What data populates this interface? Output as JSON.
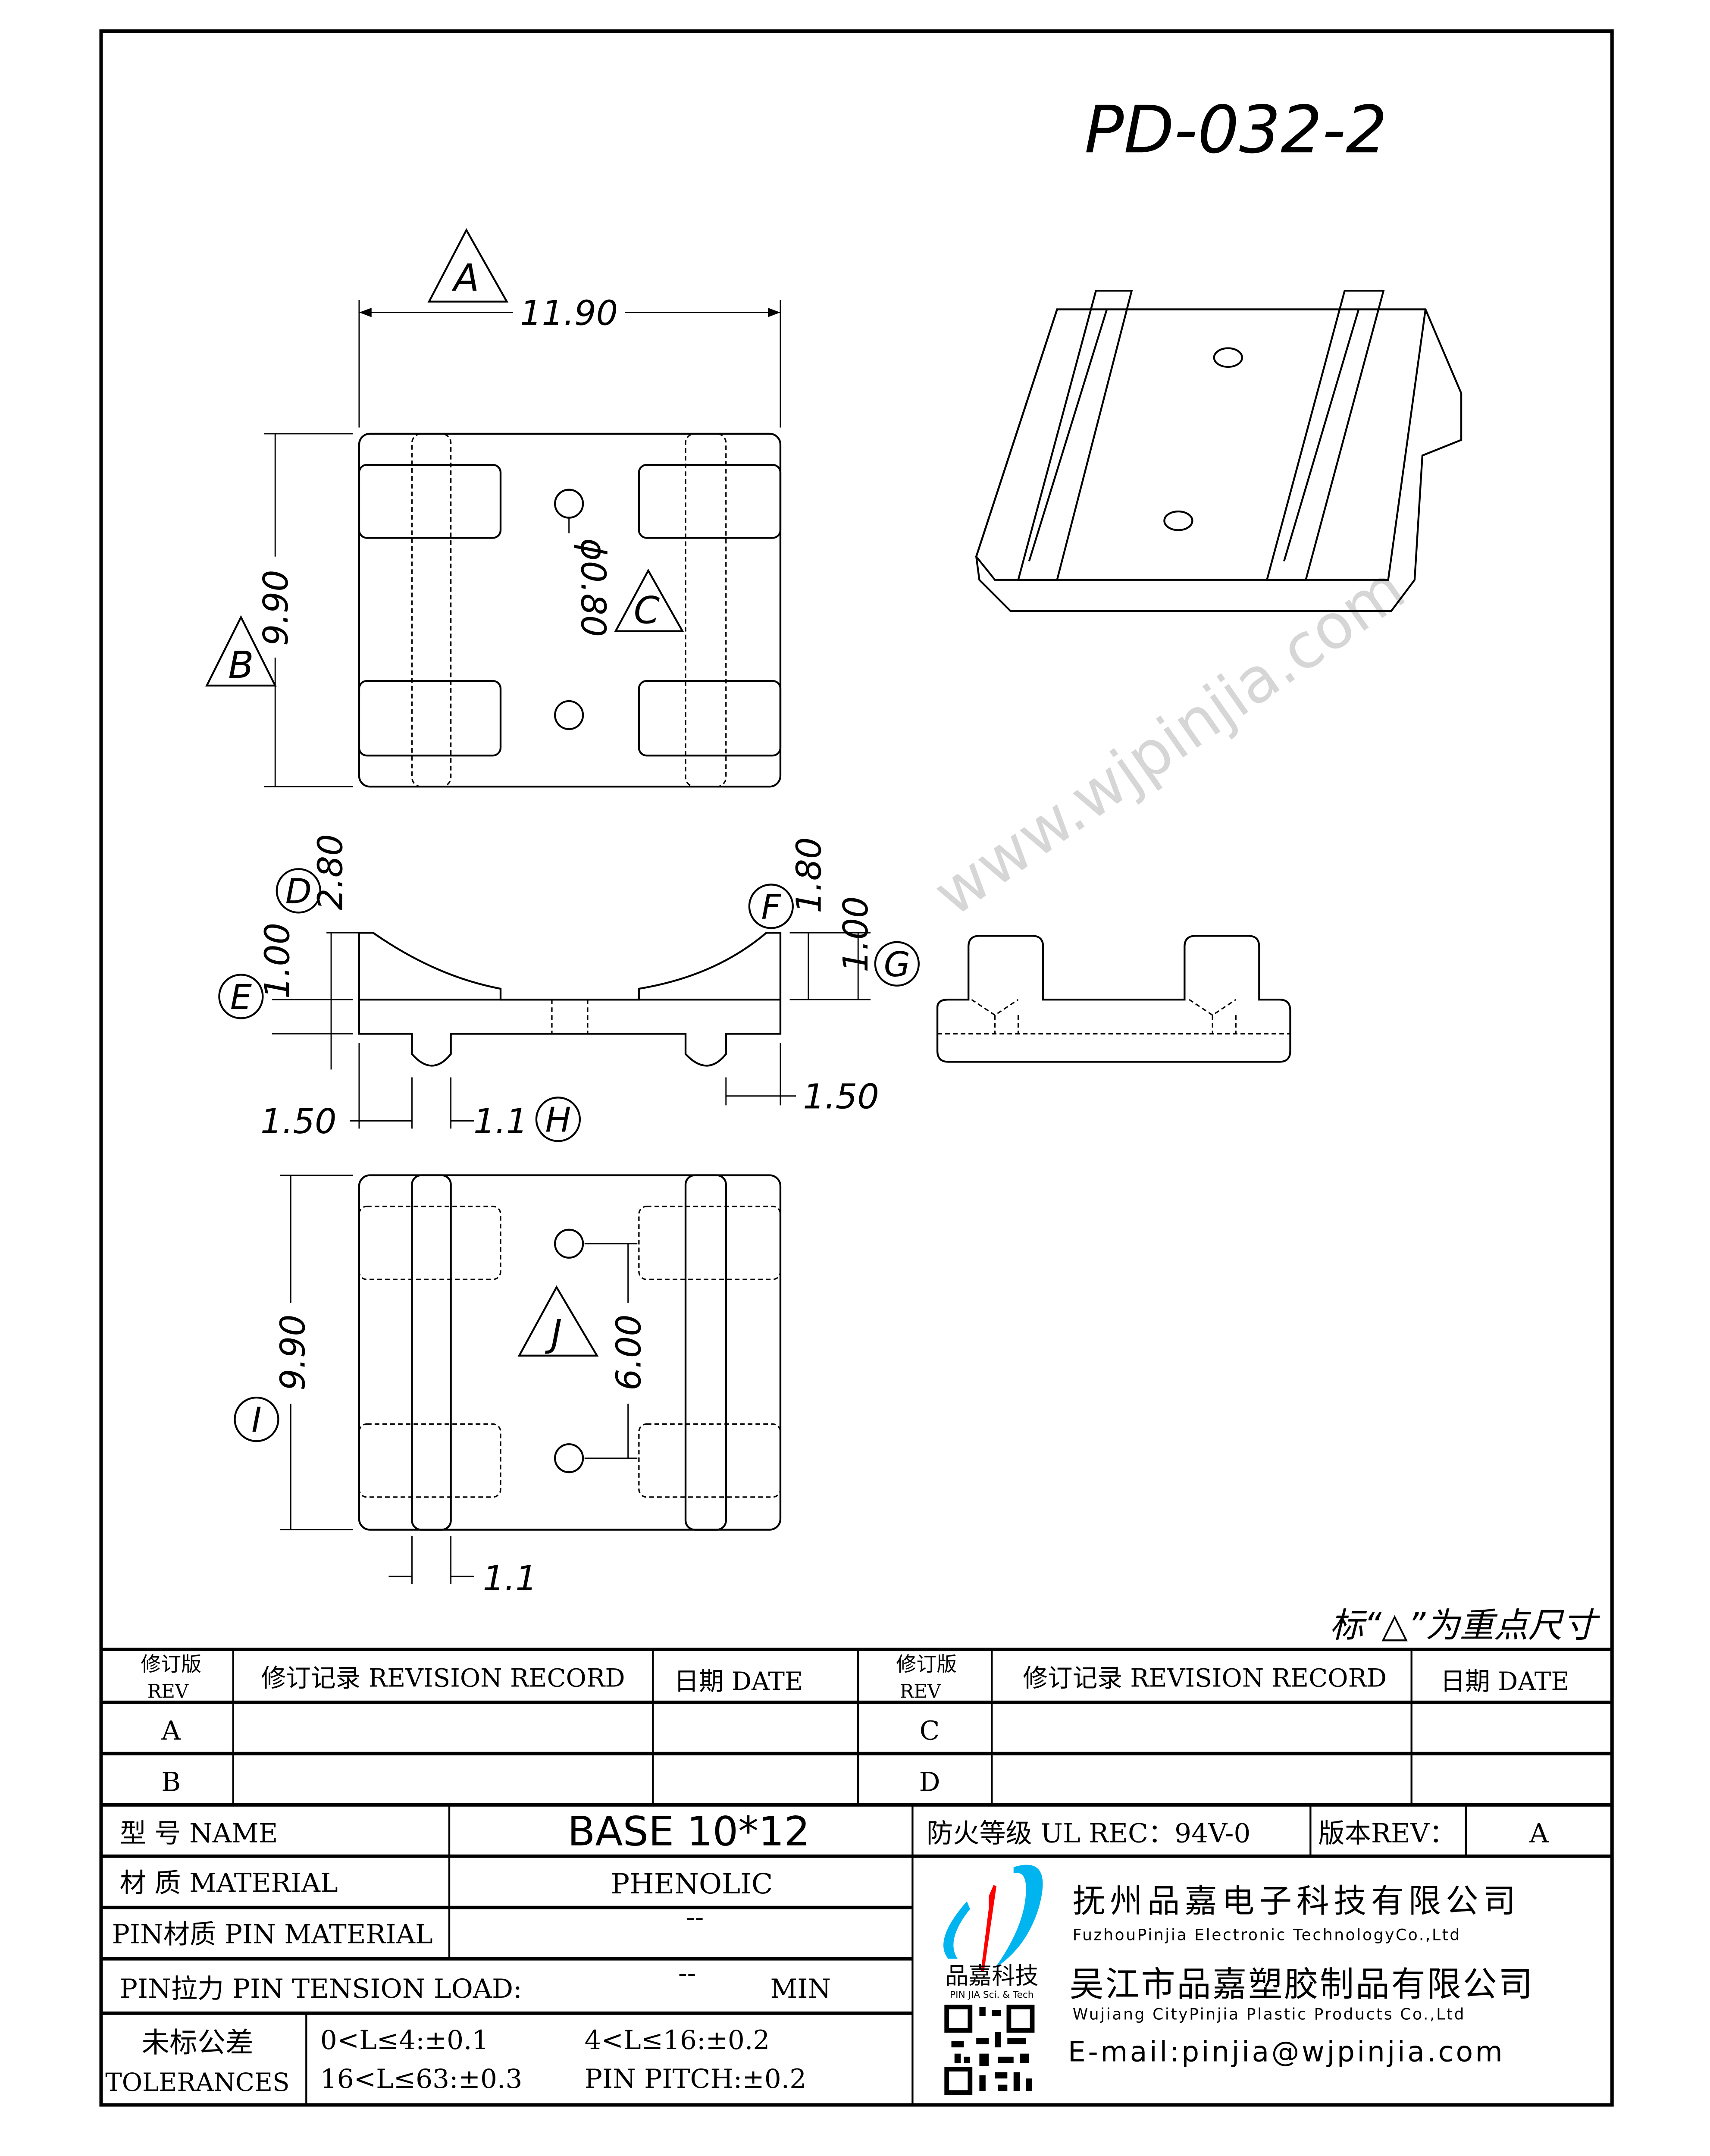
{
  "drawing": {
    "part_number": "PD-032-2",
    "watermark": "www.wjpinjia.com",
    "key_dimension_note": "标“△”为重点尺寸",
    "top_view": {
      "width": "11.90",
      "height": "9.90",
      "hole": "ϕ0.80",
      "markers": [
        "A",
        "B",
        "C"
      ]
    },
    "side_view": {
      "dims": [
        "2.80",
        "1.00",
        "1.80",
        "1.00",
        "1.50",
        "1.1",
        "1.50"
      ],
      "markers": [
        "D",
        "E",
        "F",
        "G",
        "H"
      ]
    },
    "bottom_view": {
      "height": "9.90",
      "pitch": "6.00",
      "pin_width": "1.1",
      "markers": [
        "I",
        "J"
      ]
    }
  },
  "revision_table": {
    "rev_header": "修订版",
    "rev_header_en": "REV",
    "record_header": "修订记录 REVISION RECORD",
    "date_header": "日期 DATE",
    "revs_left": [
      "A",
      "B"
    ],
    "revs_right": [
      "C",
      "D"
    ]
  },
  "title_block": {
    "name_label": "型 号 NAME",
    "name_value": "BASE 10*12",
    "flame_label": "防火等级 UL REC：94V-0",
    "version_label": "版本REV：",
    "version_value": "A",
    "material_label": "材 质 MATERIAL",
    "material_value": "PHENOLIC",
    "pin_material_label": "PIN材质 PIN MATERIAL",
    "pin_material_value": "--",
    "pin_tension_label": "PIN拉力 PIN TENSION LOAD:",
    "pin_tension_value": "--",
    "pin_tension_unit": "MIN",
    "tolerance_label_cn": "未标公差",
    "tolerance_label_en": "TOLERANCES",
    "tolerances": [
      "0<L≤4:±0.1",
      "4<L≤16:±0.2",
      "16<L≤63:±0.3",
      "PIN PITCH:±0.2"
    ]
  },
  "company": {
    "logo_cn": "品嘉科技",
    "logo_en": "PIN JIA Sci. & Tech",
    "name1_cn": "抚州品嘉电子科技有限公司",
    "name1_en": "FuzhouPinjia Electronic TechnologyCo.,Ltd",
    "name2_cn": "吴江市品嘉塑胶制品有限公司",
    "name2_en": "Wujiang CityPinjia  Plastic Products Co.,Ltd",
    "email": "E-mail:pinjia@wjpinjia.com",
    "colors": {
      "logo_blue": "#00b4f0",
      "logo_red": "#ff0000"
    }
  }
}
